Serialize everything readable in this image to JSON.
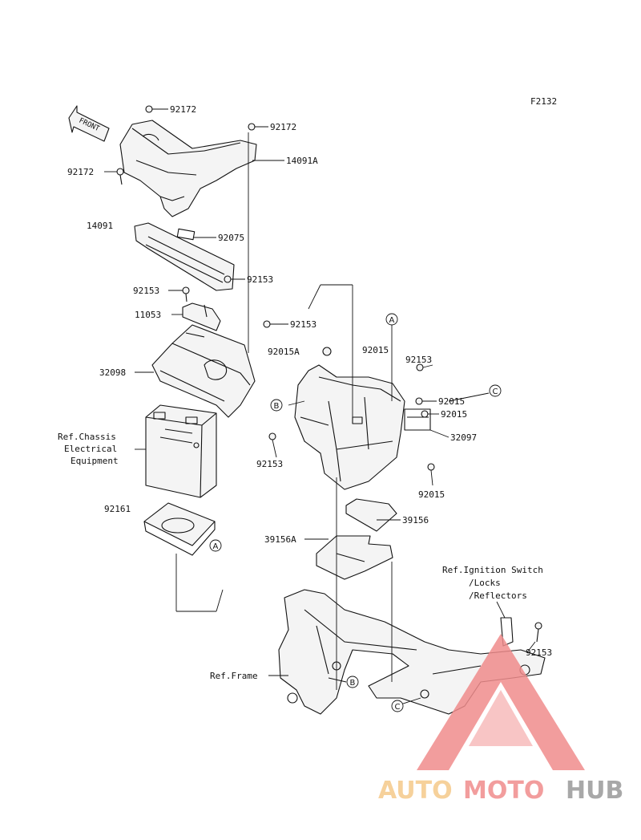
{
  "figure_code": "F2132",
  "front_label": "FRONT",
  "labels": {
    "p92172_a": "92172",
    "p92172_b": "92172",
    "p92172_c": "92172",
    "p14091A": "14091A",
    "p14091": "14091",
    "p92075": "92075",
    "p92153_a": "92153",
    "p92153_b": "92153",
    "p11053": "11053",
    "p92153_c": "92153",
    "p92015A": "92015A",
    "p92015_a": "92015",
    "p92153_d": "92153",
    "p92015_b": "92015",
    "p92015_c": "92015",
    "p32097": "32097",
    "p32098": "32098",
    "p92153_e": "92153",
    "p92015_d": "92015",
    "p92161": "92161",
    "p39156": "39156",
    "p39156A": "39156A",
    "p92153_f": "92153"
  },
  "refs": {
    "chassis_1": "Ref.Chassis",
    "chassis_2": "Electrical",
    "chassis_3": "Equipment",
    "ignition_1": "Ref.Ignition Switch",
    "ignition_2": "/Locks",
    "ignition_3": "/Reflectors",
    "frame": "Ref.Frame"
  },
  "callouts": {
    "A": "A",
    "B": "B",
    "C": "C"
  },
  "watermark": {
    "part1": "AUTO",
    "part2": "MOTO",
    "part3": "HUB",
    "color_yellow": "#f5c98a",
    "color_red": "#f08c8c",
    "color_gray": "#9a9a9a"
  }
}
